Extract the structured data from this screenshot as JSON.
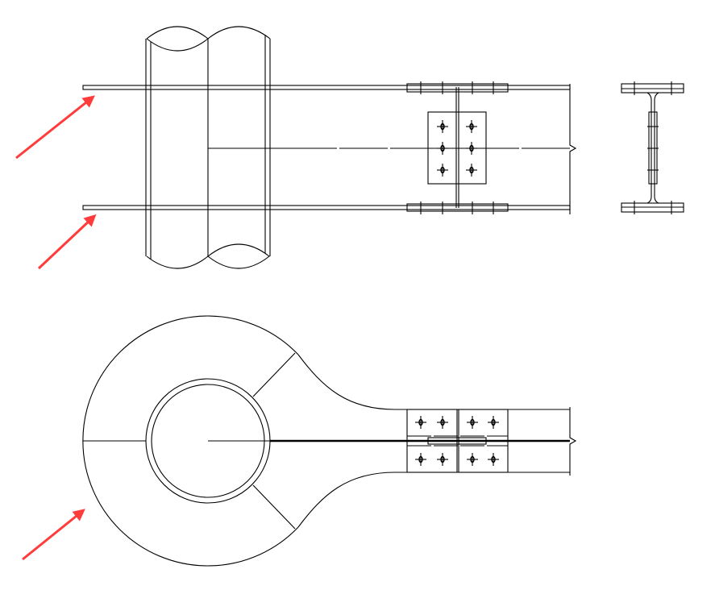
{
  "drawing": {
    "views": [
      "elevation",
      "section",
      "plan"
    ],
    "colors": {
      "line": "#000000",
      "arrow": "#ff3b3b",
      "background": "#ffffff"
    },
    "bolt_rows_elevation": 3,
    "bolt_cols_elevation": 2,
    "annotation_arrows": 3
  }
}
